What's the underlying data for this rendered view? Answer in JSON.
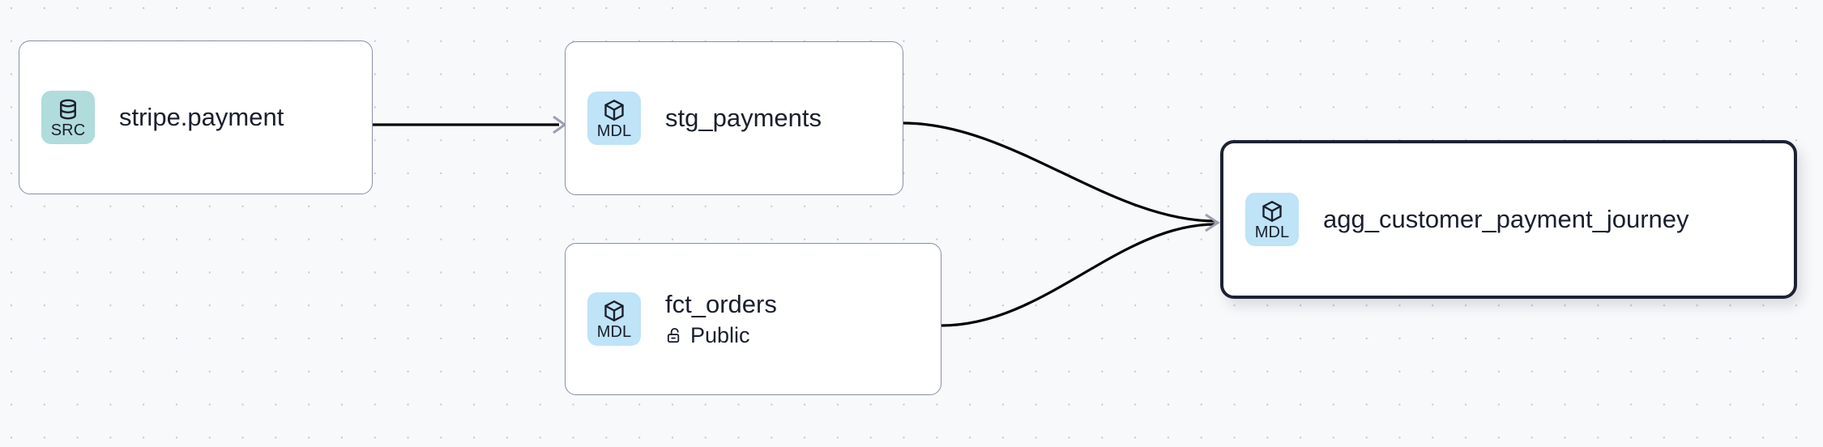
{
  "graph": {
    "background": "#f7f9fb",
    "accent_src": "#b0dcdb",
    "accent_mdl": "#bfe3f7",
    "edge_color": "#000000",
    "selected_border": "#1d2233"
  },
  "nodes": [
    {
      "id": "stripe-payment",
      "title": "stripe.payment",
      "badge_label": "SRC",
      "badge_icon": "database-icon",
      "badge_kind": "src",
      "subtitle": null,
      "subtitle_icon": null,
      "selected": false
    },
    {
      "id": "stg-payments",
      "title": "stg_payments",
      "badge_label": "MDL",
      "badge_icon": "cube-icon",
      "badge_kind": "mdl",
      "subtitle": null,
      "subtitle_icon": null,
      "selected": false
    },
    {
      "id": "fct-orders",
      "title": "fct_orders",
      "badge_label": "MDL",
      "badge_icon": "cube-icon",
      "badge_kind": "mdl",
      "subtitle": "Public",
      "subtitle_icon": "unlock-icon",
      "selected": false
    },
    {
      "id": "agg-customer-payment-journey",
      "title": "agg_customer_payment_journey",
      "badge_label": "MDL",
      "badge_icon": "cube-icon",
      "badge_kind": "mdl",
      "subtitle": null,
      "subtitle_icon": null,
      "selected": true
    }
  ],
  "edges": [
    {
      "id": "edge-stripe-to-stg",
      "from": "stripe-payment",
      "to": "stg-payments"
    },
    {
      "id": "edge-stg-to-agg",
      "from": "stg-payments",
      "to": "agg-customer-payment-journey"
    },
    {
      "id": "edge-fct-to-agg",
      "from": "fct-orders",
      "to": "agg-customer-payment-journey"
    }
  ]
}
